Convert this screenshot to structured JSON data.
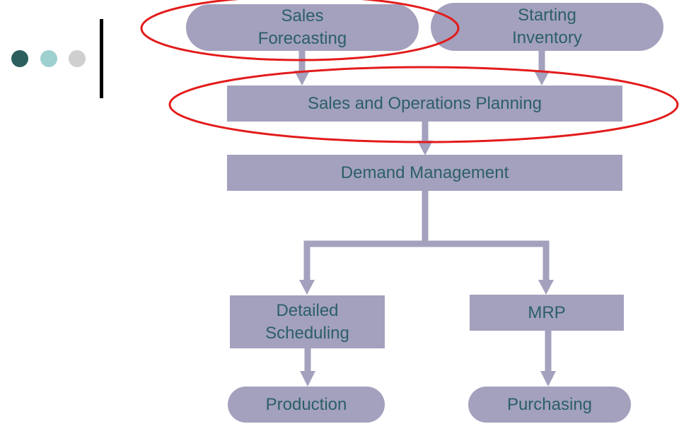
{
  "nodes": {
    "sales_forecasting": "Sales\nForecasting",
    "starting_inventory": "Starting\nInventory",
    "sop": "Sales and Operations Planning",
    "demand_management": "Demand Management",
    "detailed_scheduling": "Detailed\nScheduling",
    "mrp": "MRP",
    "production": "Production",
    "purchasing": "Purchasing"
  },
  "colors": {
    "node_fill": "#a3a1bd",
    "node_text": "#2c5f66",
    "arrow": "#a3a1bd",
    "highlight": "#e31b1b",
    "dot_1": "#2d5f5f",
    "dot_2": "#9fd0d0",
    "dot_3": "#cfcfcf"
  }
}
